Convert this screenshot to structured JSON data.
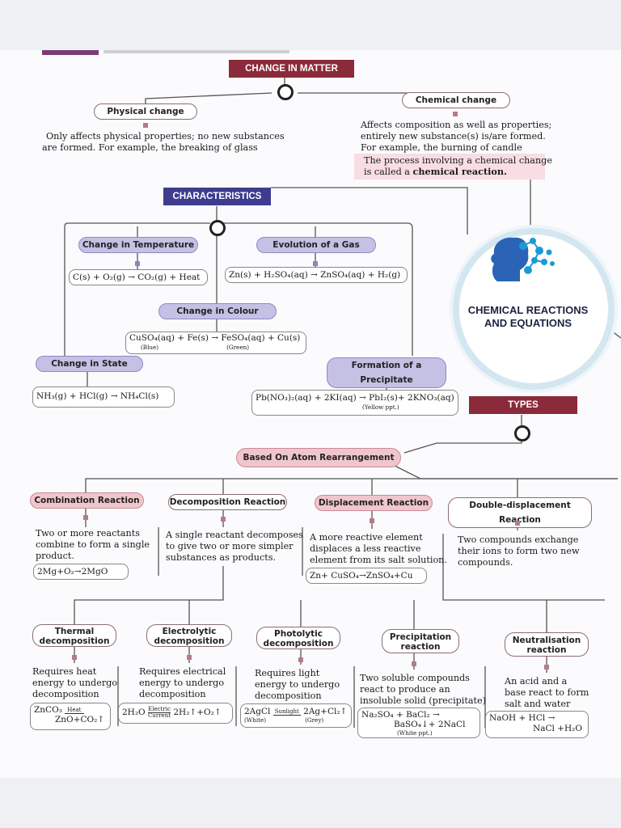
{
  "header_top": "CHEMICAL REACTIONS AND EQUATIONS",
  "change_in_matter": "CHANGE IN MATTER",
  "physical_change": {
    "label": "Physical change",
    "desc_1": "Only affects physical properties; no new substances",
    "desc_2": "are formed. For example, the breaking of glass"
  },
  "chemical_change": {
    "label": "Chemical change",
    "desc_1": "Affects composition as well as properties;",
    "desc_2": "entirely new substance(s) is/are formed.",
    "desc_3": "For example, the burning of candle",
    "note_1": "The process involving a chemical change",
    "note_2_pre": "is called a ",
    "note_2_bold": "chemical reaction."
  },
  "characteristics": {
    "title": "CHARACTERISTICS",
    "temp": {
      "label": "Change in Temperature",
      "eq": "C(s) + O₂(g) → CO₂(g) + Heat"
    },
    "gas": {
      "label": "Evolution of a Gas",
      "eq": "Zn(s) + H₂SO₄(aq) → ZnSO₄(aq) + H₂(g)"
    },
    "colour": {
      "label": "Change in Colour",
      "eq": "CuSO₄(aq) + Fe(s) → FeSO₄(aq) + Cu(s)",
      "note_left": "(Blue)",
      "note_right": "(Green)"
    },
    "state": {
      "label": "Change in State",
      "eq": "NH₃(g) + HCl(g) → NH₄Cl(s)"
    },
    "precip": {
      "label": "Formation of a Precipitate",
      "eq": "Pb(NO₃)₂(aq) + 2KI(aq) → PbI₂(s)+ 2KNO₃(aq)",
      "note": "(Yellow ppt.)"
    }
  },
  "center": {
    "line1": "CHEMICAL REACTIONS",
    "line2": "AND EQUATIONS"
  },
  "types": {
    "title": "TYPES"
  },
  "atom": {
    "label": "Based On Atom Rearrangement"
  },
  "reactions": {
    "combination": {
      "label": "Combination Reaction",
      "d1": "Two or more reactants",
      "d2": "combine to form a single",
      "d3": "product.",
      "eq": "2Mg+O₂→2MgO"
    },
    "decomposition": {
      "label": "Decomposition Reaction",
      "d1": "A single reactant decomposes",
      "d2": "to give two or more simpler",
      "d3": "substances as products."
    },
    "displacement": {
      "label": "Displacement Reaction",
      "d1": "A more reactive element",
      "d2": "displaces a less reactive",
      "d3": "element from its salt solution.",
      "eq": "Zn+ CuSO₄→ZnSO₄+Cu"
    },
    "double": {
      "label": "Double-displacement Reaction",
      "d1": "Two compounds exchange",
      "d2": "their ions to form two new",
      "d3": "compounds."
    }
  },
  "subtypes": {
    "thermal": {
      "l1": "Thermal",
      "l2": "decomposition",
      "d1": "Requires heat",
      "d2": "energy to undergo",
      "d3": "decomposition",
      "eq1": "ZnCO₃",
      "cond": "Heat",
      "eq2": "ZnO+CO₂↑"
    },
    "electrolytic": {
      "l1": "Electrolytic",
      "l2": "decomposition",
      "d1": "Requires electrical",
      "d2": "energy to undergo",
      "d3": "decomposition",
      "eq1": "2H₂O",
      "cond1": "Electric",
      "cond2": "Current",
      "eq2": "2H₂↑+O₂↑"
    },
    "photolytic": {
      "l1": "Photolytic",
      "l2": "decomposition",
      "d1": "Requires light",
      "d2": "energy to undergo",
      "d3": "decomposition",
      "eq1": "2AgCl",
      "cond": "Sunlight",
      "eq2": "2Ag+Cl₂↑",
      "n1": "(White)",
      "n2": "(Grey)"
    },
    "precipitation": {
      "l1": "Precipitation",
      "l2": "reaction",
      "d1": "Two soluble compounds",
      "d2": "react to produce an",
      "d3": "insoluble solid (precipitate)",
      "eq1": "Na₂SO₄ + BaCl₂ →",
      "eq2": "BaSO₄↓+ 2NaCl",
      "note": "(White ppt.)"
    },
    "neutralisation": {
      "l1": "Neutralisation",
      "l2": "reaction",
      "d1": "An acid and a",
      "d2": "base react to form",
      "d3": "salt and water",
      "eq1": "NaOH + HCl →",
      "eq2": "NaCl +H₂O"
    }
  },
  "colors": {
    "maroon": "#8a2a3a",
    "navy": "#3e3c8f",
    "lavender": "#c5c1e4",
    "pink": "#f0c6cd"
  },
  "icons": {
    "brain": "head-network-icon"
  }
}
